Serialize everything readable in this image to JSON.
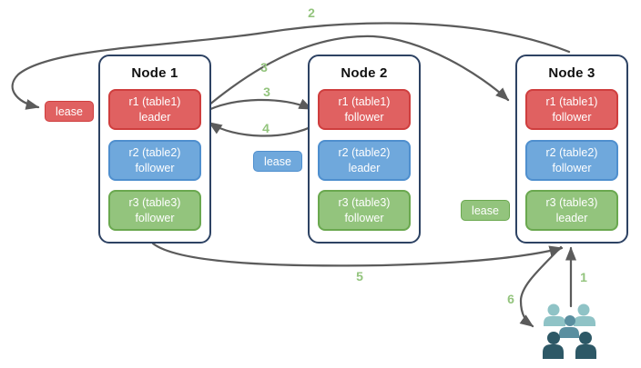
{
  "nodes": [
    {
      "title": "Node 1",
      "replicas": [
        {
          "name": "r1 (table1)",
          "role": "leader",
          "color": "#e06161"
        },
        {
          "name": "r2 (table2)",
          "role": "follower",
          "color": "#6fa8dc"
        },
        {
          "name": "r3 (table3)",
          "role": "follower",
          "color": "#93c47d"
        }
      ]
    },
    {
      "title": "Node 2",
      "replicas": [
        {
          "name": "r1 (table1)",
          "role": "follower",
          "color": "#e06161"
        },
        {
          "name": "r2 (table2)",
          "role": "leader",
          "color": "#6fa8dc"
        },
        {
          "name": "r3 (table3)",
          "role": "follower",
          "color": "#93c47d"
        }
      ]
    },
    {
      "title": "Node 3",
      "replicas": [
        {
          "name": "r1 (table1)",
          "role": "follower",
          "color": "#e06161"
        },
        {
          "name": "r2 (table2)",
          "role": "follower",
          "color": "#6fa8dc"
        },
        {
          "name": "r3 (table3)",
          "role": "leader",
          "color": "#93c47d"
        }
      ]
    }
  ],
  "leases": [
    {
      "label": "lease",
      "color": "#e06161"
    },
    {
      "label": "lease",
      "color": "#6fa8dc"
    },
    {
      "label": "lease",
      "color": "#93c47d"
    }
  ],
  "steps": [
    "1",
    "2",
    "3",
    "3",
    "4",
    "5",
    "6"
  ],
  "icons": {
    "clients": "users-icon"
  },
  "palette": {
    "arrow": "#5b5b5b",
    "node_border": "#2d4263",
    "step_label": "#93c47d",
    "red_fill": "#e06161",
    "red_border": "#cf3e3e",
    "blue_fill": "#6fa8dc",
    "blue_border": "#4f8fce",
    "green_fill": "#93c47d",
    "green_border": "#6aa84f",
    "users_light": "#8fc3c6",
    "users_mid": "#5a8fa0",
    "users_dark": "#2d5866"
  }
}
